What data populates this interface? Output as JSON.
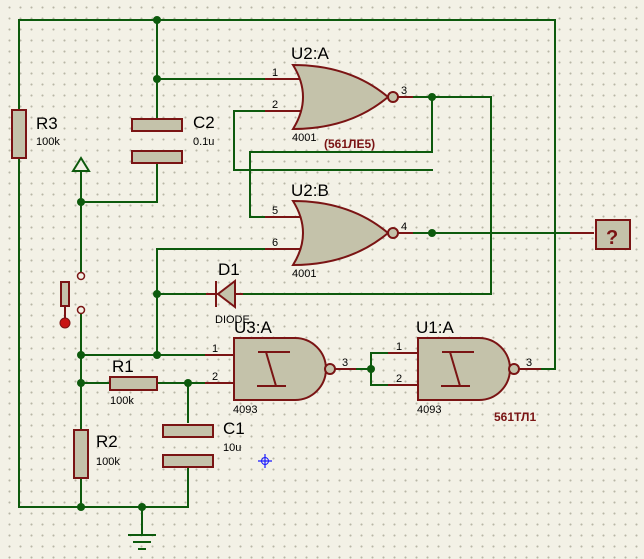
{
  "components": {
    "u2a": {
      "ref": "U2:A",
      "part": "4001",
      "note": "(561ЛЕ5)",
      "pins": [
        "1",
        "2",
        "3"
      ]
    },
    "u2b": {
      "ref": "U2:B",
      "part": "4001",
      "pins": [
        "5",
        "6",
        "4"
      ]
    },
    "u3a": {
      "ref": "U3:A",
      "part": "4093",
      "pins": [
        "1",
        "2",
        "3"
      ]
    },
    "u1a": {
      "ref": "U1:A",
      "part": "4093",
      "note": "561ТЛ1",
      "pins": [
        "1",
        "2",
        "3"
      ]
    },
    "r1": {
      "ref": "R1",
      "value": "100k"
    },
    "r2": {
      "ref": "R2",
      "value": "100k"
    },
    "r3": {
      "ref": "R3",
      "value": "100k"
    },
    "c1": {
      "ref": "C1",
      "value": "10u"
    },
    "c2": {
      "ref": "C2",
      "value": "0.1u"
    },
    "d1": {
      "ref": "D1",
      "value": "DIODE"
    }
  },
  "probe": {
    "label": "?"
  },
  "colors": {
    "wire": "#0d5a0d",
    "component": "#7a1414",
    "fill": "#c4c2aa",
    "background": "#f3f1e6",
    "marker": "#1a1aff"
  }
}
